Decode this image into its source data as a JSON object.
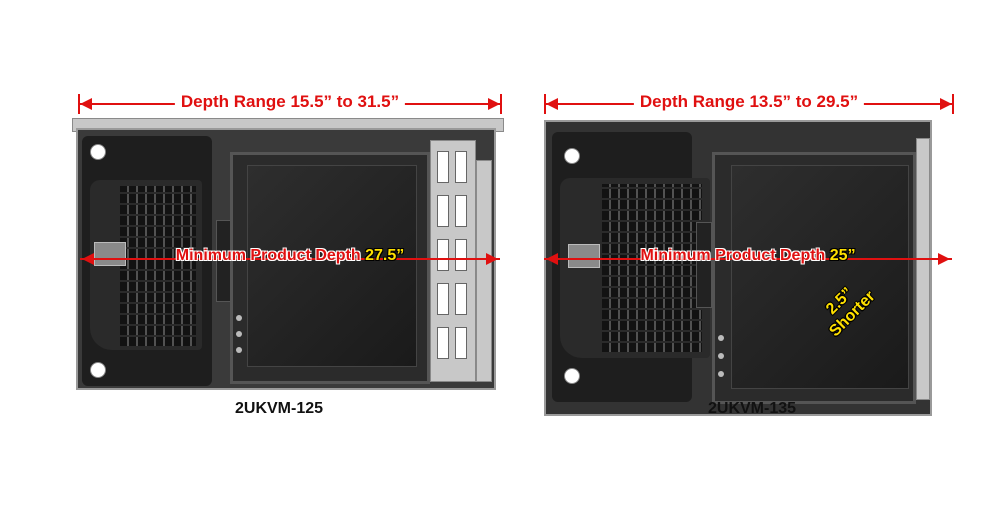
{
  "left_unit": {
    "depth_range": "Depth Range 15.5” to 31.5”",
    "min_depth_text": "Minimum Product Depth ",
    "min_depth_value": "27.5”",
    "model": "2UKVM-125"
  },
  "right_unit": {
    "depth_range": "Depth Range 13.5” to 29.5”",
    "min_depth_text": "Minimum Product Depth ",
    "min_depth_value": "25”",
    "model": "2UKVM-135",
    "callout_line1": "2.5”",
    "callout_line2": "Shorter"
  },
  "colors": {
    "annotation_red": "#e01010",
    "highlight_yellow": "#ffe000"
  }
}
